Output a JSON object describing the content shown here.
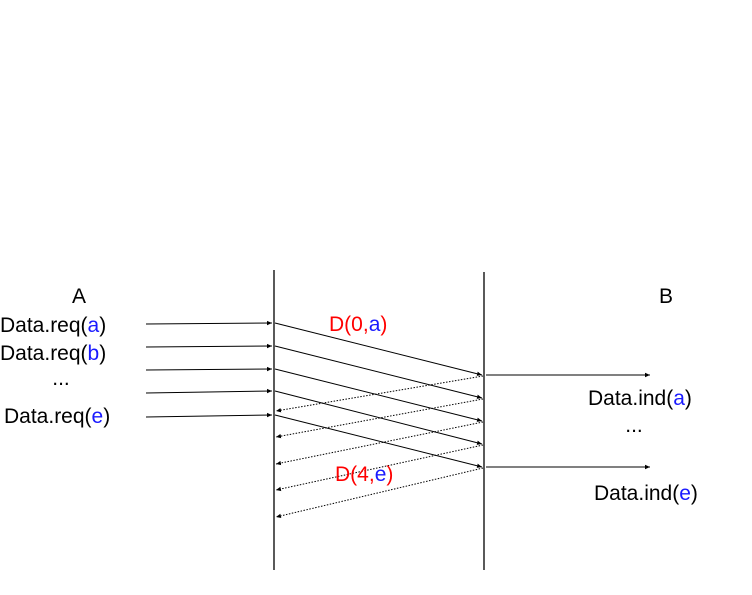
{
  "entity_a": {
    "name": "A"
  },
  "entity_b": {
    "name": "B"
  },
  "requests": [
    {
      "prefix": "Data.req(",
      "param": "a",
      "suffix": ")"
    },
    {
      "prefix": "Data.req(",
      "param": "b",
      "suffix": ")"
    },
    {
      "ellipsis": "..."
    },
    {
      "prefix": "Data.req(",
      "param": "e",
      "suffix": ")"
    }
  ],
  "indications": [
    {
      "prefix": "Data.ind(",
      "param": "a",
      "suffix": ")"
    },
    {
      "ellipsis": "..."
    },
    {
      "prefix": "Data.ind(",
      "param": "e",
      "suffix": ")"
    }
  ],
  "frames": [
    {
      "open": "D(",
      "seq": "0",
      "sep": ",",
      "param": "a",
      "close": ")"
    },
    {
      "open": "D(",
      "seq": "4",
      "sep": ",",
      "param": "e",
      "close": ")"
    }
  ],
  "colors": {
    "line": "#000000",
    "param": "#1a1aff",
    "frame": "#ff0000"
  }
}
